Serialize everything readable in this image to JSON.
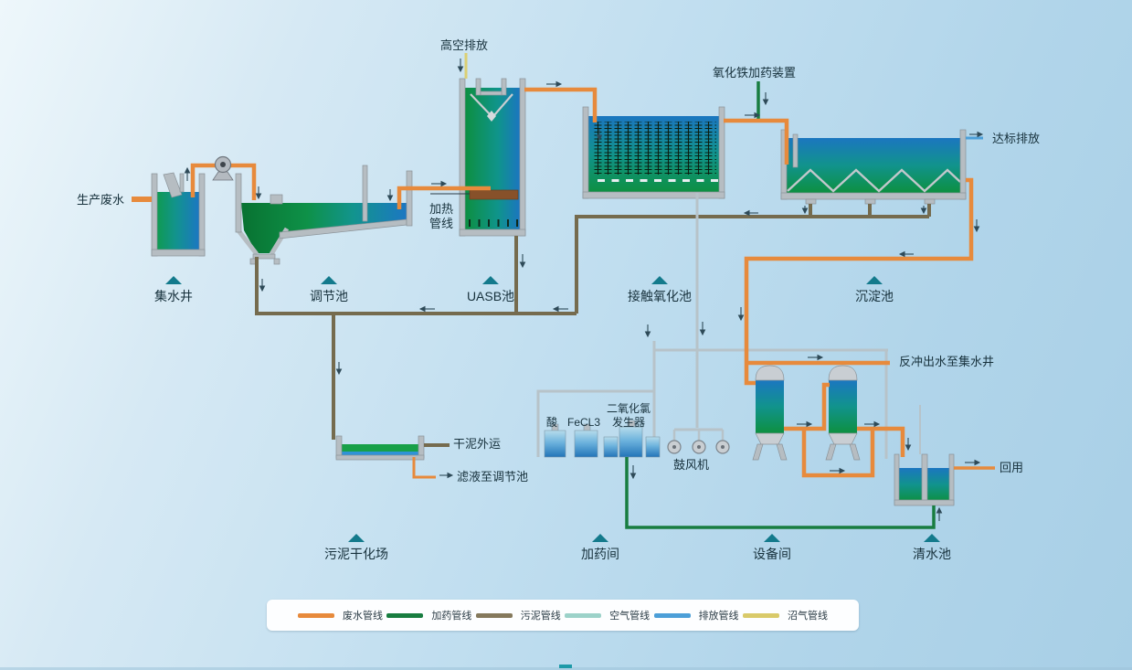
{
  "colors": {
    "wastewater": "#e78a3c",
    "dosing": "#187d40",
    "sludge": "#85795c",
    "air": "#9cd2c9",
    "discharge": "#4c9fd8",
    "biogas": "#d9ca6a",
    "marker": "#137a8c"
  },
  "annotations": {
    "influent": "生产废水",
    "gas_vent": "高空排放",
    "iron_dosing": "氧化铁加药装置",
    "compliant_discharge": "达标排放",
    "heating_pipe": "加热管线",
    "backwash": "反冲出水至集水井",
    "dry_sludge_out": "干泥外运",
    "filtrate_return": "滤液至调节池",
    "reuse": "回用",
    "blower": "鼓风机",
    "acid": "酸",
    "fecl3": "FeCL3",
    "clo2_generator": "二氧化氯发生器"
  },
  "units": [
    {
      "name": "集水井"
    },
    {
      "name": "调节池"
    },
    {
      "name": "UASB池"
    },
    {
      "name": "接触氧化池"
    },
    {
      "name": "沉淀池"
    },
    {
      "name": "污泥干化场"
    },
    {
      "name": "加药间"
    },
    {
      "name": "设备间"
    },
    {
      "name": "清水池"
    }
  ],
  "legend": {
    "items": [
      {
        "label": "废水管线",
        "color": "#e78a3c"
      },
      {
        "label": "加药管线",
        "color": "#187d40"
      },
      {
        "label": "污泥管线",
        "color": "#85795c"
      },
      {
        "label": "空气管线",
        "color": "#9cd2c9"
      },
      {
        "label": "排放管线",
        "color": "#4c9fd8"
      },
      {
        "label": "沼气管线",
        "color": "#d9ca6a"
      }
    ]
  }
}
